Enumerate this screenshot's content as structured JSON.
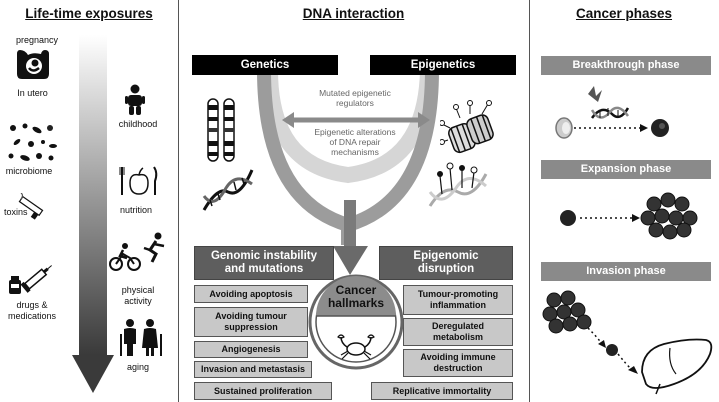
{
  "columns": {
    "left": "Life-time exposures",
    "middle": "DNA interaction",
    "right": "Cancer phases"
  },
  "exposures_left": {
    "pregnancy": "pregnancy",
    "in_utero": "In utero",
    "microbiome": "microbiome",
    "toxins": "toxins",
    "drugs": "drugs &",
    "medications": "medications"
  },
  "exposures_right": {
    "childhood": "childhood",
    "nutrition": "nutrition",
    "physical": "physical",
    "activity": "activity",
    "aging": "aging"
  },
  "dna": {
    "genetics": "Genetics",
    "epigenetics": "Epigenetics",
    "mutated_line1": "Mutated epigenetic",
    "mutated_line2": "regulators",
    "alter_line1": "Epigenetic alterations",
    "alter_line2": "of DNA repair",
    "alter_line3": "mechanisms",
    "genomic_line1": "Genomic instability",
    "genomic_line2": "and mutations",
    "epigenomic_line1": "Epigenomic",
    "epigenomic_line2": "disruption",
    "hallmarks_line1": "Cancer",
    "hallmarks_line2": "hallmarks"
  },
  "hallmarks_left": [
    {
      "l1": "Avoiding apoptosis",
      "l2": ""
    },
    {
      "l1": "Avoiding tumour",
      "l2": "suppression"
    },
    {
      "l1": "Angiogenesis",
      "l2": ""
    },
    {
      "l1": "Invasion and metastasis",
      "l2": ""
    },
    {
      "l1": "Sustained proliferation",
      "l2": ""
    }
  ],
  "hallmarks_right": [
    {
      "l1": "Tumour-promoting",
      "l2": "inflammation"
    },
    {
      "l1": "Deregulated",
      "l2": "metabolism"
    },
    {
      "l1": "Avoiding immune",
      "l2": "destruction"
    },
    {
      "l1": "Replicative immortality",
      "l2": ""
    }
  ],
  "phases": {
    "breakthrough": "Breakthrough phase",
    "expansion": "Expansion phase",
    "invasion": "Invasion phase"
  },
  "colors": {
    "dark_box": "#5e5e5e",
    "hallmark_box": "#c8c8c8",
    "phase_box": "#8a8a8a"
  }
}
